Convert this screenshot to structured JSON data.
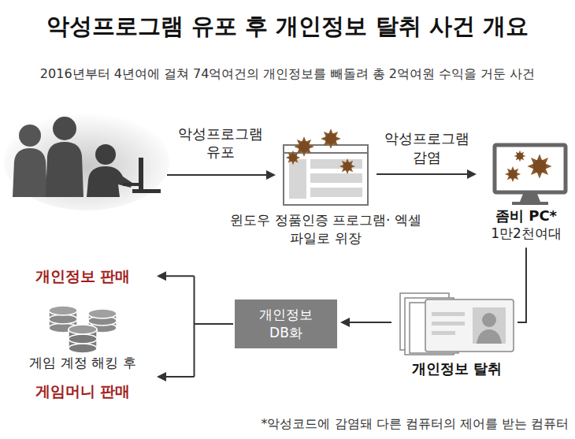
{
  "diagram": {
    "title": "악성프로그램 유포 후 개인정보 탈취 사건 개요",
    "nodes": [
      {
        "text": [
          "윈도우 정품인증 프로그램· 엑셀 파일로 위장"
        ]
      },
      {
        "text": [
          "좀비 PC*",
          "1만2천여대"
        ]
      },
      {
        "text": [
          "개인정보 탈취"
        ]
      },
      {
        "text": [
          "개인정보 DB화"
        ]
      },
      {
        "text": [
          "개인정보 판매",
          "게임 계정 해킹 후",
          "게임머니 판매"
        ]
      }
    ],
    "edges": [
      {
        "from": 0,
        "to": 1,
        "arrow": "to",
        "label": "악성프로그램 감염"
      },
      {
        "from": 1,
        "to": 2,
        "arrow": "none"
      },
      {
        "from": 2,
        "to": 3,
        "arrow": "to"
      },
      {
        "from": 3,
        "to": 4,
        "arrow": "to"
      }
    ],
    "labels": [
      "2016년부터 4년여에 걸쳐 74억여건의 개인정보를 빼돌려 총 2억여원 수익을 거둔 사건",
      "악성프로그램 유포",
      "*악성코드에 감염돼 다른 컴퓨터의 제어를 받는 컴퓨터"
    ]
  }
}
